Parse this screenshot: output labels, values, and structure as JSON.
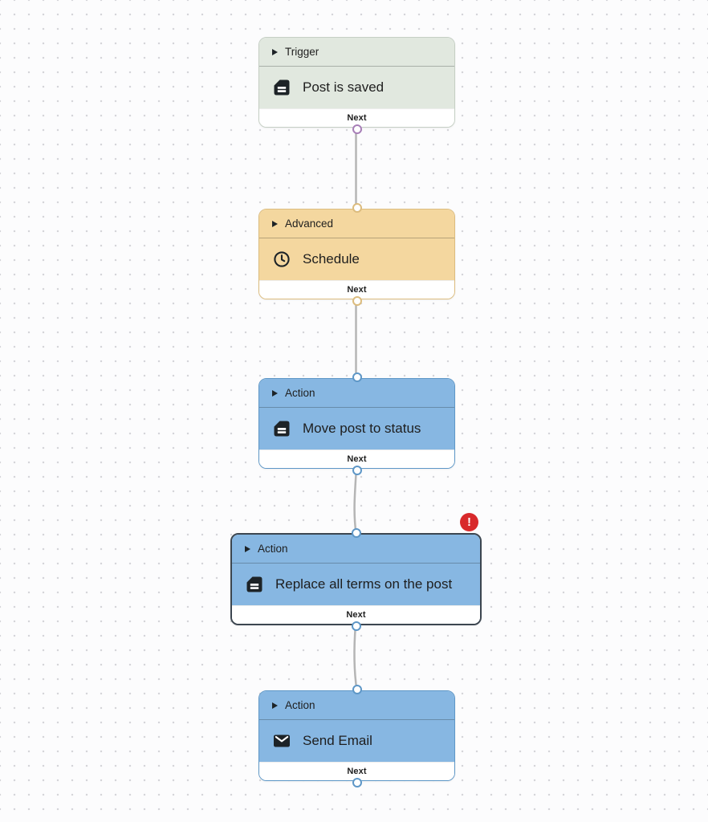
{
  "app": {
    "name": "Workflow automation editor canvas"
  },
  "colors": {
    "canvas_bg": "#fcfcfd",
    "grid_dot": "#d5d5d9",
    "trigger_fill": "#e1e8df",
    "trigger_border": "#c5cfc4",
    "advanced_fill": "#f4d79f",
    "advanced_border": "#dcbc7e",
    "action_fill": "#87b7e2",
    "action_border": "#5e97c7",
    "selected_border": "#3c4650",
    "connector_line": "#b5b5b5",
    "trigger_output_port": "#a87fb8",
    "error_badge_bg": "#d8292b"
  },
  "nodes": [
    {
      "category": "Trigger",
      "label": "Post is saved",
      "icon": "document-icon",
      "footer_label": "Next",
      "type": "trigger",
      "selected": false,
      "has_error": false
    },
    {
      "category": "Advanced",
      "label": "Schedule",
      "icon": "clock-icon",
      "footer_label": "Next",
      "type": "advanced",
      "selected": false,
      "has_error": false
    },
    {
      "category": "Action",
      "label": "Move post to status",
      "icon": "document-icon",
      "footer_label": "Next",
      "type": "action",
      "selected": false,
      "has_error": false
    },
    {
      "category": "Action",
      "label": "Replace all terms on the post",
      "icon": "document-icon",
      "footer_label": "Next",
      "type": "action",
      "selected": true,
      "has_error": true,
      "error_badge": "!"
    },
    {
      "category": "Action",
      "label": "Send Email",
      "icon": "mail-icon",
      "footer_label": "Next",
      "type": "action",
      "selected": false,
      "has_error": false
    }
  ],
  "connections": [
    {
      "from": "Post is saved",
      "to": "Schedule"
    },
    {
      "from": "Schedule",
      "to": "Move post to status"
    },
    {
      "from": "Move post to status",
      "to": "Replace all terms on the post"
    },
    {
      "from": "Replace all terms on the post",
      "to": "Send Email"
    }
  ]
}
